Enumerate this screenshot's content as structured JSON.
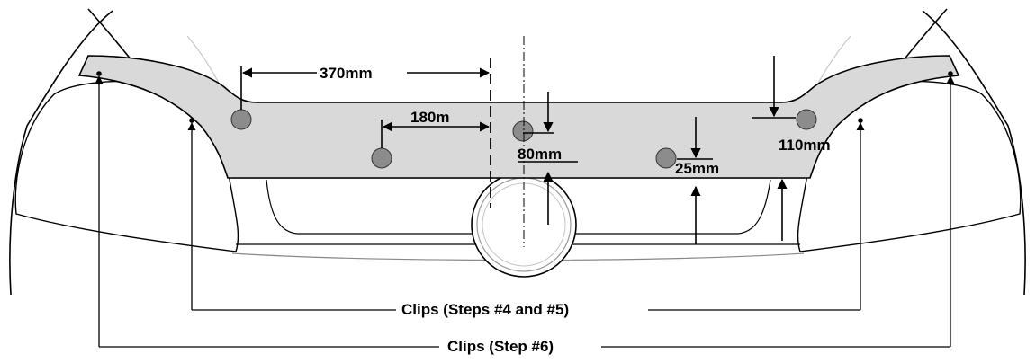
{
  "dimensions": {
    "d370": "370mm",
    "d180": "180m",
    "d80": "80mm",
    "d25": "25mm",
    "d110": "110mm"
  },
  "callouts": {
    "clips_4_5": "Clips (Steps #4 and #5)",
    "clips_6": "Clips (Step #6)"
  },
  "colors": {
    "panel_fill": "#d9d9d9",
    "hole_fill": "#8c8c8c",
    "line": "#000000",
    "light_line": "#bdbdbd"
  }
}
